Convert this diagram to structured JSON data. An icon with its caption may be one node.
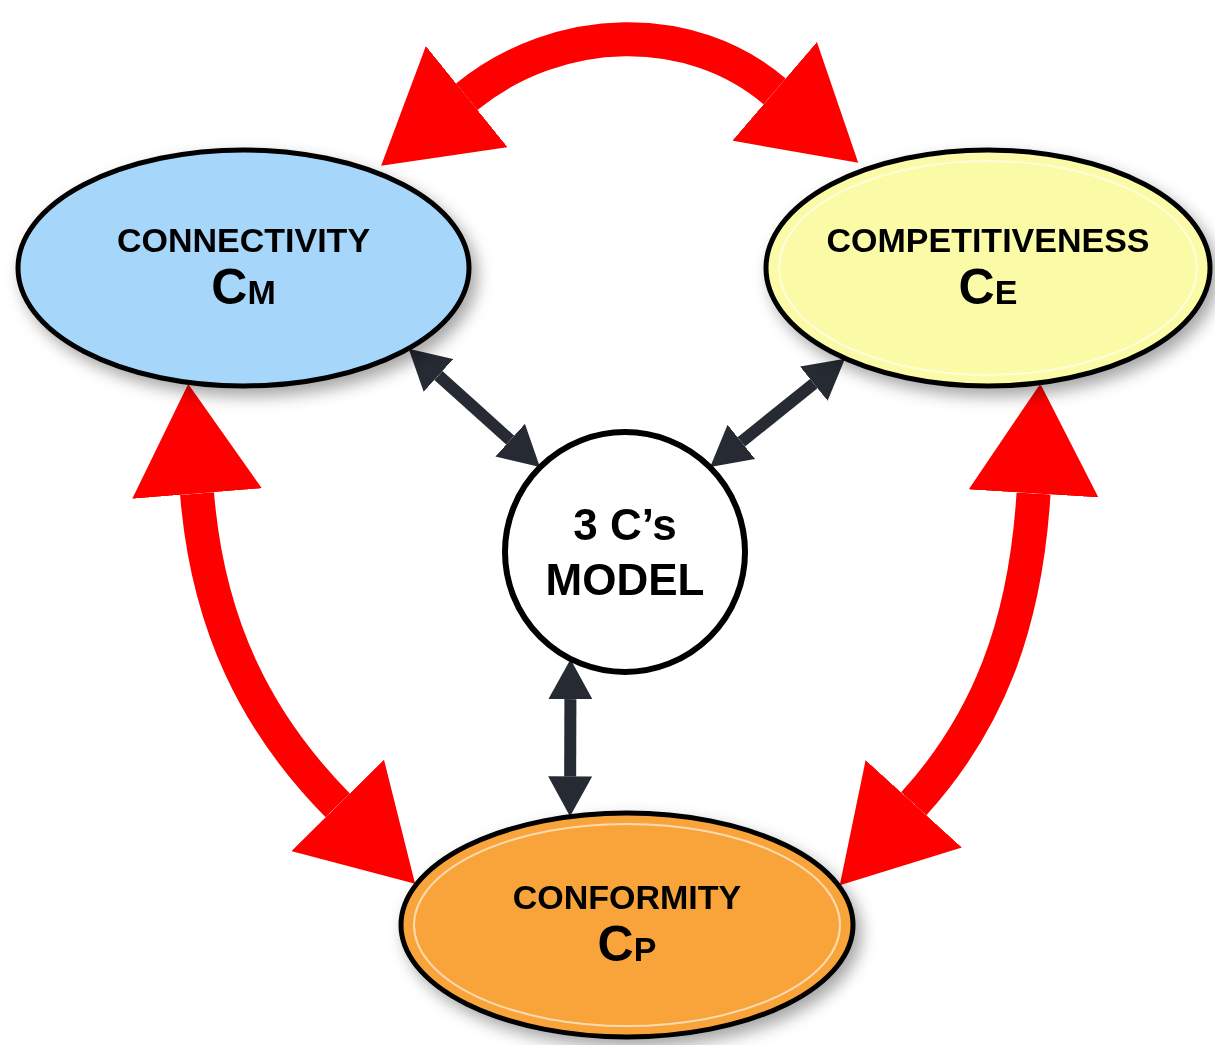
{
  "diagram": {
    "nodes": [
      {
        "text": [
          "CONNECTIVITY",
          "CM"
        ]
      },
      {
        "text": [
          "COMPETITIVENESS",
          "CE"
        ]
      },
      {
        "text": [
          "CONFORMITY",
          "CP"
        ]
      },
      {
        "text": [
          "3 C’s MODEL"
        ]
      }
    ],
    "edges": [
      {
        "from": 0,
        "to": 1,
        "arrow": "both",
        "style": "thick",
        "color": "#ff0000"
      },
      {
        "from": 0,
        "to": 2,
        "arrow": "both",
        "style": "thick",
        "color": "#ff0000"
      },
      {
        "from": 1,
        "to": 2,
        "arrow": "both",
        "style": "thick",
        "color": "#ff0000"
      },
      {
        "from": 0,
        "to": 3,
        "arrow": "both",
        "color": "#262a33"
      },
      {
        "from": 1,
        "to": 3,
        "arrow": "both",
        "color": "#262a33"
      },
      {
        "from": 3,
        "to": 2,
        "arrow": "both",
        "color": "#262a33"
      }
    ]
  }
}
